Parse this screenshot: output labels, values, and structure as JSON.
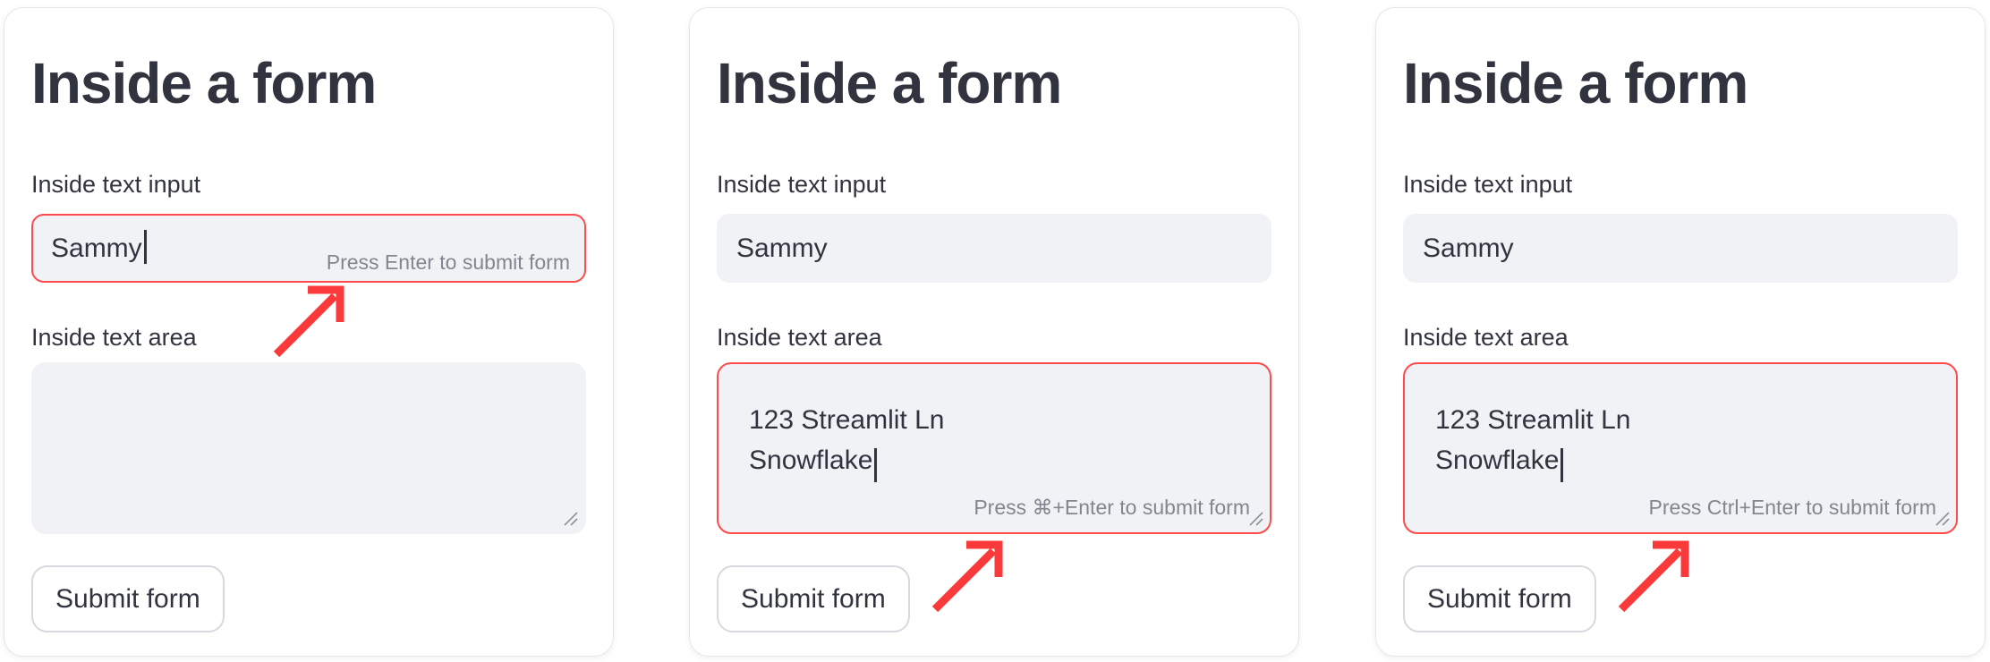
{
  "colors": {
    "text": "#31333F",
    "hint": "#84868F",
    "field_bg": "#F0F2F6",
    "focus_border": "#FF4B4B",
    "arrow": "#FA3A3A",
    "card_bg": "#FFFFFF",
    "card_border": "#E6E6E9",
    "button_border": "#D8D9DE"
  },
  "panels": [
    {
      "title": "Inside a form",
      "text_input": {
        "label": "Inside text input",
        "value": "Sammy",
        "focused": true,
        "hint": "Press Enter to submit form"
      },
      "text_area": {
        "label": "Inside text area",
        "value": "",
        "focused": false
      },
      "submit_button": "Submit form"
    },
    {
      "title": "Inside a form",
      "text_input": {
        "label": "Inside text input",
        "value": "Sammy",
        "focused": false
      },
      "text_area": {
        "label": "Inside text area",
        "value": "123 Streamlit Ln\nSnowflake",
        "focused": true,
        "hint": "Press ⌘+Enter to submit form"
      },
      "submit_button": "Submit form"
    },
    {
      "title": "Inside a form",
      "text_input": {
        "label": "Inside text input",
        "value": "Sammy",
        "focused": false
      },
      "text_area": {
        "label": "Inside text area",
        "value": "123 Streamlit Ln\nSnowflake",
        "focused": true,
        "hint": "Press Ctrl+Enter to submit form"
      },
      "submit_button": "Submit form"
    }
  ]
}
